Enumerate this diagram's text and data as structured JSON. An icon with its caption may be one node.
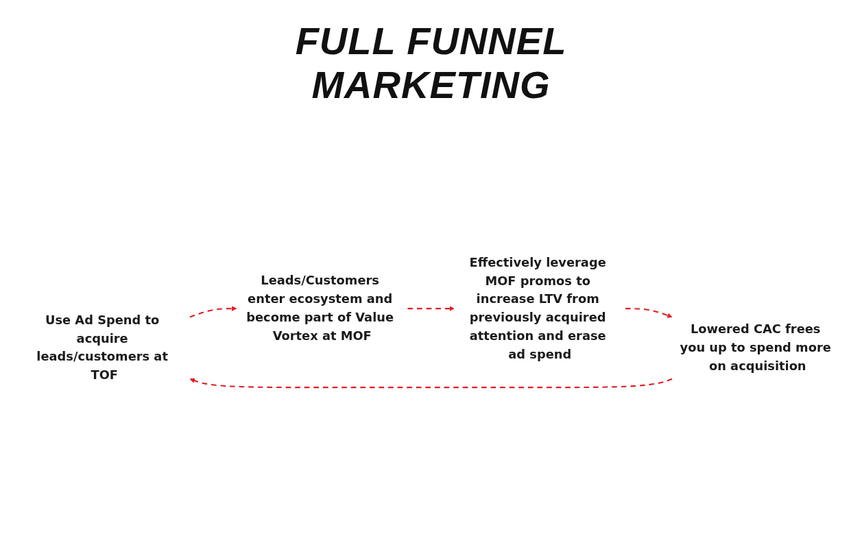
{
  "diagram": {
    "title": "FULL FUNNEL MARKETING",
    "nodes": [
      {
        "text": [
          "Use Ad Spend to acquire leads/customers at TOF"
        ]
      },
      {
        "text": [
          "Lowered CAC frees you up to spend more on acquisition"
        ]
      },
      {
        "text": [
          "Leads/Customers enter ecosystem and become part of Value Vortex at MOF"
        ]
      },
      {
        "text": [
          "Effectively leverage MOF promos to increase LTV from previously acquired attention and erase ad spend"
        ]
      }
    ],
    "edges": [
      {
        "from": 0,
        "to": 2,
        "arrow": "to",
        "style": "dashed"
      },
      {
        "from": 2,
        "to": 3,
        "arrow": "to",
        "style": "dashed"
      },
      {
        "from": 3,
        "to": 1,
        "arrow": "to",
        "style": "dashed"
      },
      {
        "from": 1,
        "to": 0,
        "arrow": "to",
        "style": "dashed"
      }
    ]
  }
}
